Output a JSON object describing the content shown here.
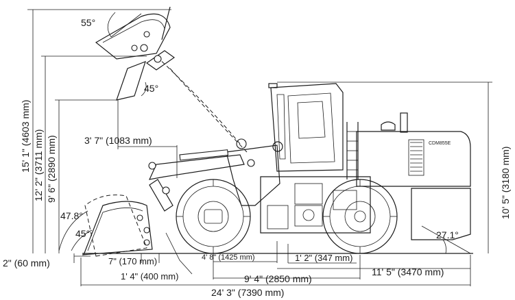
{
  "dimensions": {
    "dump_angle": "55°",
    "overall_height_raised": "15' 1\" (4603 mm)",
    "hinge_pin_height": "12' 2\" (3711 mm)",
    "dump_clearance": "9' 6\" (2890 mm)",
    "dump_angle_45": "45°",
    "dump_reach": "3' 7\" (1083 mm)",
    "rollback_angle_ground": "47.8°",
    "rollback_angle_carry": "45°",
    "dig_depth": "2\" (60 mm)",
    "carry_dim": "7\" (170 mm)",
    "carry_height": "1' 4\" (400 mm)",
    "front_axle_offset": "4' 8\" (1425 mm)",
    "ground_clearance": "1' 2\" (347 mm)",
    "wheelbase": "9' 4\" (2850 mm)",
    "rear_length": "11' 5\" (3470 mm)",
    "overall_length": "24' 3\" (7390 mm)",
    "cab_height": "10' 5\" (3180 mm)",
    "departure_angle": "27.1°"
  },
  "machine_logo": "CDM855E"
}
